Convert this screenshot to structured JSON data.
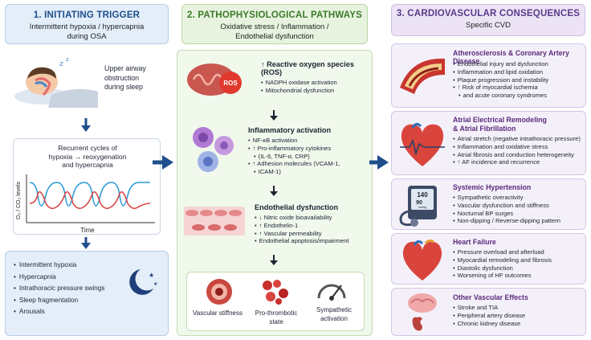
{
  "col1": {
    "title": "1. INITIATING TRIGGER",
    "subtitle_line1": "Intermittent hypoxia / hypercapnia",
    "subtitle_line2": "during OSA",
    "sleep_line1": "Upper airway",
    "sleep_line2": "obstruction",
    "sleep_line3": "during sleep",
    "cycles_line1": "Recurrent cycles of",
    "cycles_line2": "hypoxia → reoxygenation",
    "cycles_line3": "and hypercapnia",
    "ylabel": "O₂ / CO₂ levels",
    "xlabel": "Time",
    "items": [
      "Intermittent hypoxia",
      "Hypercapnia",
      "Intrathoracic pressure swings",
      "Sleep fragmentation",
      "Arousals"
    ]
  },
  "col2": {
    "title": "2. PATHOPHYSIOLOGICAL PATHWAYS",
    "subtitle_line1": "Oxidative stress / Inflammation /",
    "subtitle_line2": "Endothelial dysfunction",
    "ros_label": "ROS",
    "ros": {
      "title_line1": "↑ Reactive oxygen species",
      "title_line2": "(ROS)",
      "items": [
        "NADPH oxidase activation",
        "Mitochondrial dysfunction"
      ]
    },
    "inflam": {
      "title": "Inflammatory activation",
      "items": [
        "NF-κB activation",
        "↑ Pro-inflammatory cytokines",
        "(IL-6, TNF-α, CRP)",
        "↑ Adhesion molecules (VCAM-1,",
        "ICAM-1)"
      ]
    },
    "endo": {
      "title": "Endothelial dysfunction",
      "items": [
        "↓ Nitric oxide bioavailability",
        "↑ Endothelin-1",
        "↑ Vascular permeability",
        "Endothelial apoptosis/impairment"
      ]
    },
    "outcomes": {
      "vascular": "Vascular stiffness",
      "thrombo_line1": "Pro-thrombotic",
      "thrombo_line2": "state",
      "symp_line1": "Sympathetic",
      "symp_line2": "activation"
    }
  },
  "col3": {
    "title": "3. CARDIOVASCULAR CONSEQUENCES",
    "subtitle": "Specific CVD",
    "cards": [
      {
        "title": "Atherosclerosis & Coronary Artery Disease",
        "items": [
          "Endothelial injury and dysfunction",
          "Inflammation and lipid oxidation",
          "Plaque progression and instability",
          "↑ Risk of myocardial ischemia",
          "and acute coronary syndromes"
        ]
      },
      {
        "title_line1": "Atrial Electrical Remodeling",
        "title_line2": "& Atrial Fibrillation",
        "items": [
          "Atrial stretch (negative intrathoracic pressure)",
          "Inflammation and oxidative stress",
          "Atrial fibrosis and conduction heterogeneity",
          "↑ AF incidence and recurrence"
        ]
      },
      {
        "title": "Systemic Hypertension",
        "items": [
          "Sympathetic overactivity",
          "Vascular dysfunction and stiffness",
          "Nocturnal BP surges",
          "Non-dipping / Reverse-dipping pattern"
        ]
      },
      {
        "title": "Heart Failure",
        "items": [
          "Pressure overload and afterload",
          "Myocardial remodeling and fibrosis",
          "Diastolic dysfunction",
          "Worsening of HF outcomes"
        ]
      },
      {
        "title": "Other Vascular Effects",
        "items": [
          "Stroke and TIA",
          "Peripheral artery disease",
          "Chronic kidney disease"
        ]
      }
    ],
    "bp_sys": "140",
    "bp_dia": "90",
    "bp_unit": "mmHg"
  },
  "colors": {
    "blue_arrow": "#1f4e8c",
    "green": "#3c7a2a",
    "purple": "#5a3a8c",
    "red_title": "#5a2a7c"
  }
}
